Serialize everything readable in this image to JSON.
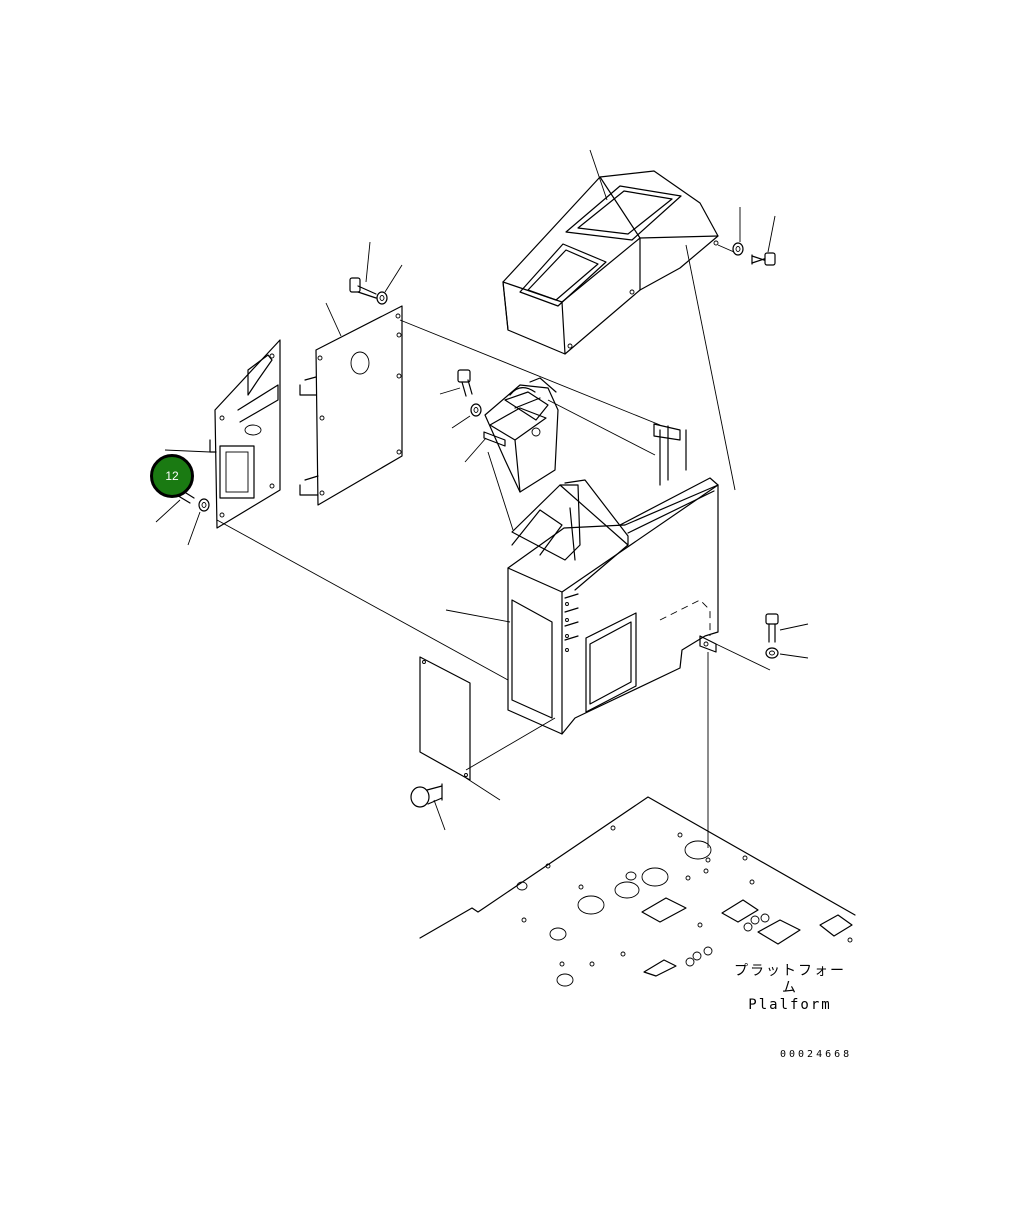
{
  "diagram": {
    "callout": {
      "number": "12",
      "fill_color": "#1a7a12",
      "ring_color": "#000000",
      "text_color": "#ffffff"
    },
    "labels": {
      "platform_jp": "プラットフォーム",
      "platform_en": "Plalform",
      "drawing_number": "00024668"
    },
    "parts": [
      "console-cover",
      "cover-plate",
      "side-panel",
      "control-lever-base",
      "console-frame",
      "bottom-cover-plate",
      "platform-floor",
      "bolt",
      "washer",
      "knob-bolt"
    ]
  }
}
